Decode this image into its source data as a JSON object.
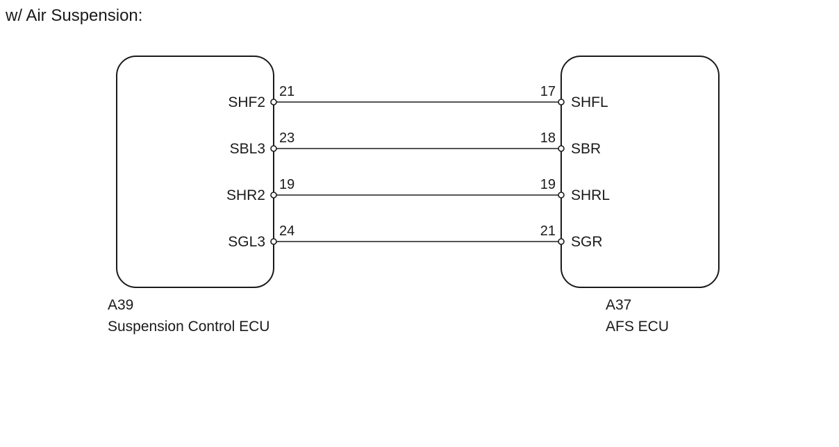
{
  "title": "w/ Air Suspension:",
  "left_ecu": {
    "connector": "A39",
    "name": "Suspension Control ECU",
    "pins": [
      {
        "label": "SHF2",
        "number": "21"
      },
      {
        "label": "SBL3",
        "number": "23"
      },
      {
        "label": "SHR2",
        "number": "19"
      },
      {
        "label": "SGL3",
        "number": "24"
      }
    ]
  },
  "right_ecu": {
    "connector": "A37",
    "name": "AFS ECU",
    "pins": [
      {
        "label": "SHFL",
        "number": "17"
      },
      {
        "label": "SBR",
        "number": "18"
      },
      {
        "label": "SHRL",
        "number": "19"
      },
      {
        "label": "SGR",
        "number": "21"
      }
    ]
  },
  "colors": {
    "stroke": "#1a1a1a",
    "wire": "#555555",
    "background": "#ffffff"
  }
}
